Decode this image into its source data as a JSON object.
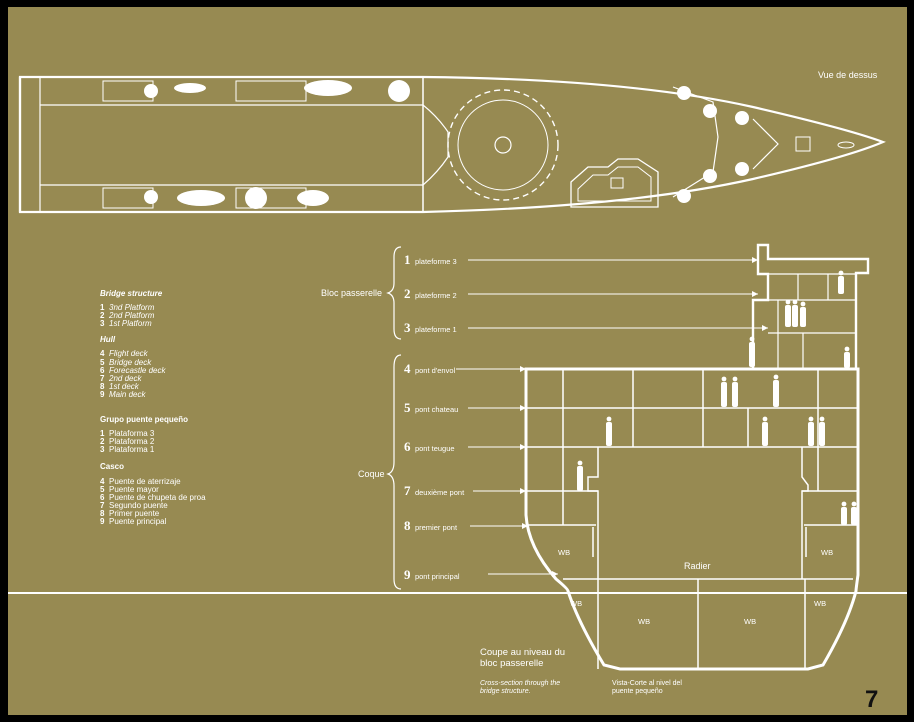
{
  "top_view_label": "Vue de dessus",
  "legend": {
    "en": {
      "bridge_title": "Bridge structure",
      "bridge_items": [
        {
          "n": "1",
          "label": "3nd Platform"
        },
        {
          "n": "2",
          "label": "2nd Platform"
        },
        {
          "n": "3",
          "label": "1st Platform"
        }
      ],
      "hull_title": "Hull",
      "hull_items": [
        {
          "n": "4",
          "label": "Flight deck"
        },
        {
          "n": "5",
          "label": "Bridge deck"
        },
        {
          "n": "6",
          "label": "Forecastle deck"
        },
        {
          "n": "7",
          "label": "2nd deck"
        },
        {
          "n": "8",
          "label": "1st deck"
        },
        {
          "n": "9",
          "label": "Main deck"
        }
      ]
    },
    "es": {
      "bridge_title": "Grupo puente pequeño",
      "bridge_items": [
        {
          "n": "1",
          "label": "Plataforma 3"
        },
        {
          "n": "2",
          "label": "Plataforma 2"
        },
        {
          "n": "3",
          "label": "Plataforma 1"
        }
      ],
      "hull_title": "Casco",
      "hull_items": [
        {
          "n": "4",
          "label": "Puente de aterrizaje"
        },
        {
          "n": "5",
          "label": "Puente mayor"
        },
        {
          "n": "6",
          "label": "Puente de chupeta de proa"
        },
        {
          "n": "7",
          "label": "Segundo puente"
        },
        {
          "n": "8",
          "label": "Primer puente"
        },
        {
          "n": "9",
          "label": "Puente principal"
        }
      ]
    }
  },
  "groups": {
    "bloc": "Bloc passerelle",
    "coque": "Coque"
  },
  "levels": [
    {
      "n": "1",
      "label": "plateforme 3"
    },
    {
      "n": "2",
      "label": "plateforme 2"
    },
    {
      "n": "3",
      "label": "plateforme 1"
    },
    {
      "n": "4",
      "label": "pont d'envol"
    },
    {
      "n": "5",
      "label": "pont chateau"
    },
    {
      "n": "6",
      "label": "pont teugue"
    },
    {
      "n": "7",
      "label": "deuxième pont"
    },
    {
      "n": "8",
      "label": "premier pont"
    },
    {
      "n": "9",
      "label": "pont principal"
    }
  ],
  "section_labels": {
    "radier": "Radier",
    "wb": "WB"
  },
  "caption": {
    "fr_line1": "Coupe au niveau du",
    "fr_line2": "bloc passerelle",
    "en_line1": "Cross-section through the",
    "en_line2": "bridge structure.",
    "es_line1": "Vista-Corte al nivel del",
    "es_line2": "puente pequeño"
  },
  "page_number": "7"
}
